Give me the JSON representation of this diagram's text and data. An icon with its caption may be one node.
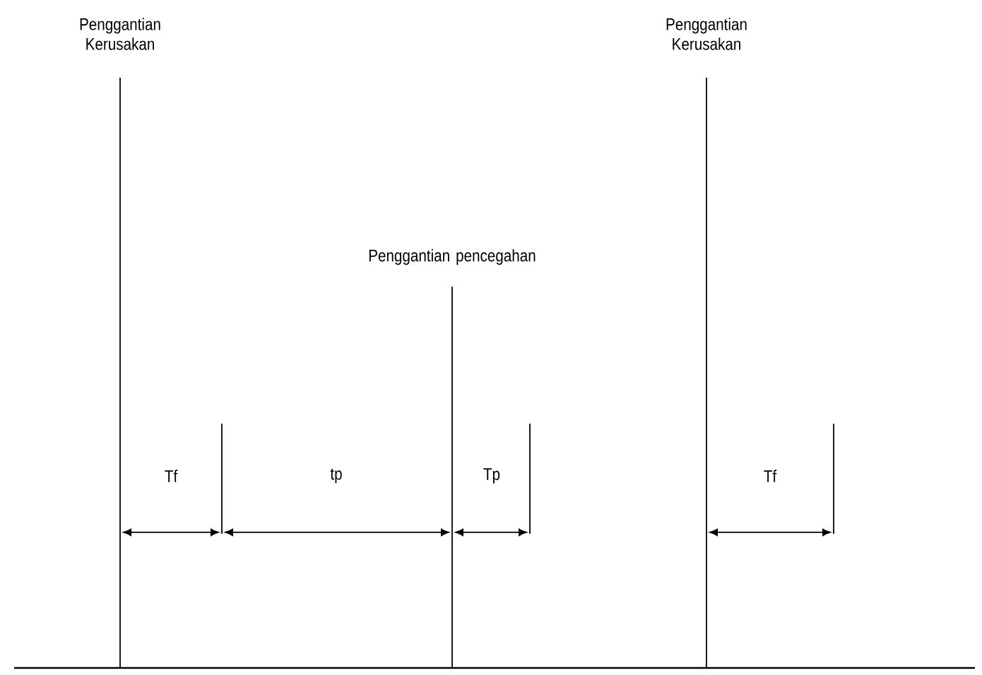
{
  "diagram": {
    "labels": [
      "Penggantian Kerusakan",
      "Penggantian Kerusakan",
      "Penggantian pencegahan",
      "Tf",
      "tp",
      "Tp",
      "Tf"
    ]
  }
}
